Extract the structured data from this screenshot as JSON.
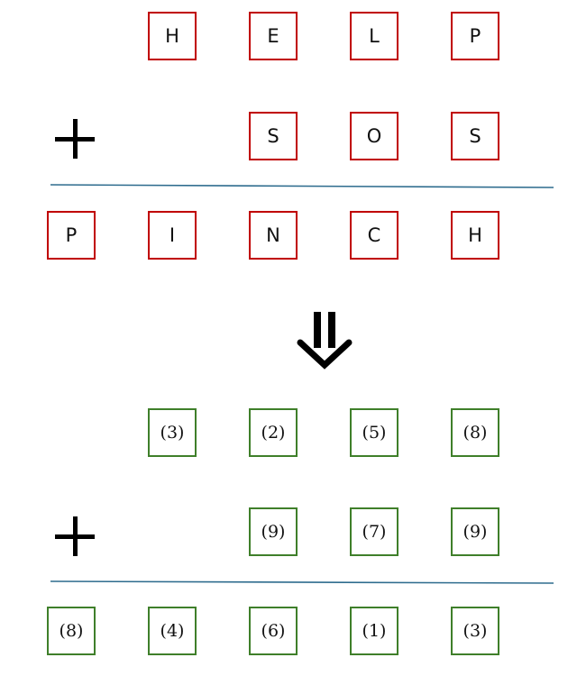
{
  "puzzle": {
    "row1": [
      "H",
      "E",
      "L",
      "P"
    ],
    "row2": [
      "S",
      "O",
      "S"
    ],
    "result": [
      "P",
      "I",
      "N",
      "C",
      "H"
    ]
  },
  "solution": {
    "row1": [
      "(3)",
      "(2)",
      "(5)",
      "(8)"
    ],
    "row2": [
      "(9)",
      "(7)",
      "(9)"
    ],
    "result": [
      "(8)",
      "(4)",
      "(6)",
      "(1)",
      "(3)"
    ]
  },
  "operator": "plus",
  "icons": {
    "plus": "plus-icon",
    "arrow": "double-down-arrow-icon"
  },
  "colors": {
    "letter_border": "#c00000",
    "digit_border": "#3f7f2a",
    "rule_line": "#2e6c8e"
  }
}
